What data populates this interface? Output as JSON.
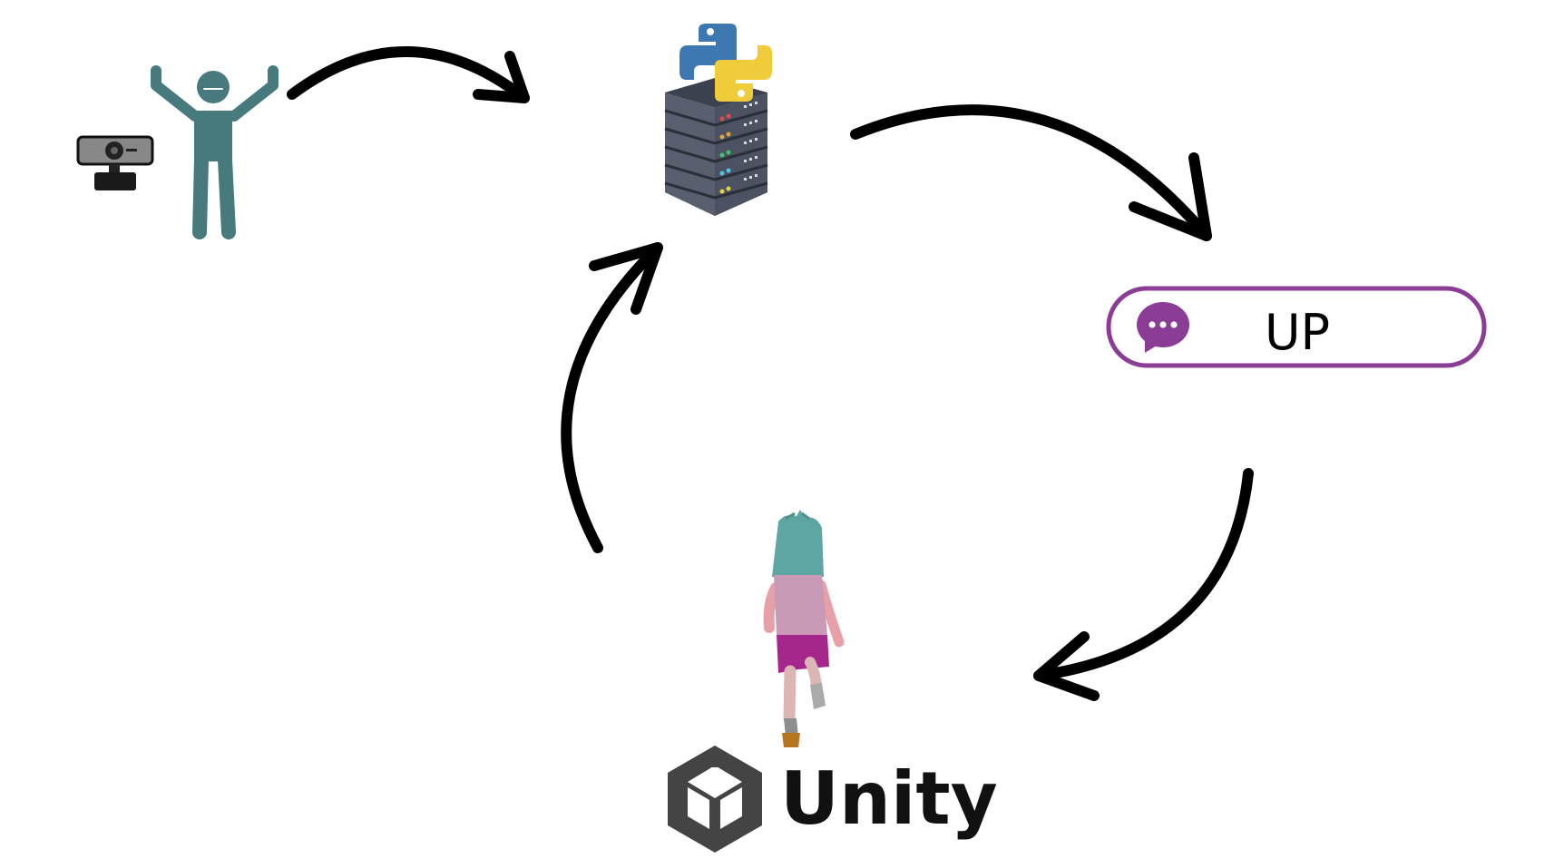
{
  "nodes": {
    "pose_capture": {
      "icons": [
        "webcam-icon",
        "person-arms-up-icon"
      ],
      "person_color": "#477a7d"
    },
    "python_server": {
      "icons": [
        "python-logo-icon",
        "server-rack-icon"
      ]
    },
    "command_bubble": {
      "icon": "chat-bubble-icon",
      "text": "UP",
      "accent": "#8b3d96"
    },
    "unity_character": {
      "icons": [
        "character-figure",
        "unity-logo-icon"
      ],
      "logo_text": "Unity"
    }
  },
  "edges": [
    {
      "from": "pose_capture",
      "to": "python_server"
    },
    {
      "from": "python_server",
      "to": "command_bubble"
    },
    {
      "from": "command_bubble",
      "to": "unity_character"
    },
    {
      "from": "unity_character",
      "to": "python_server"
    }
  ]
}
